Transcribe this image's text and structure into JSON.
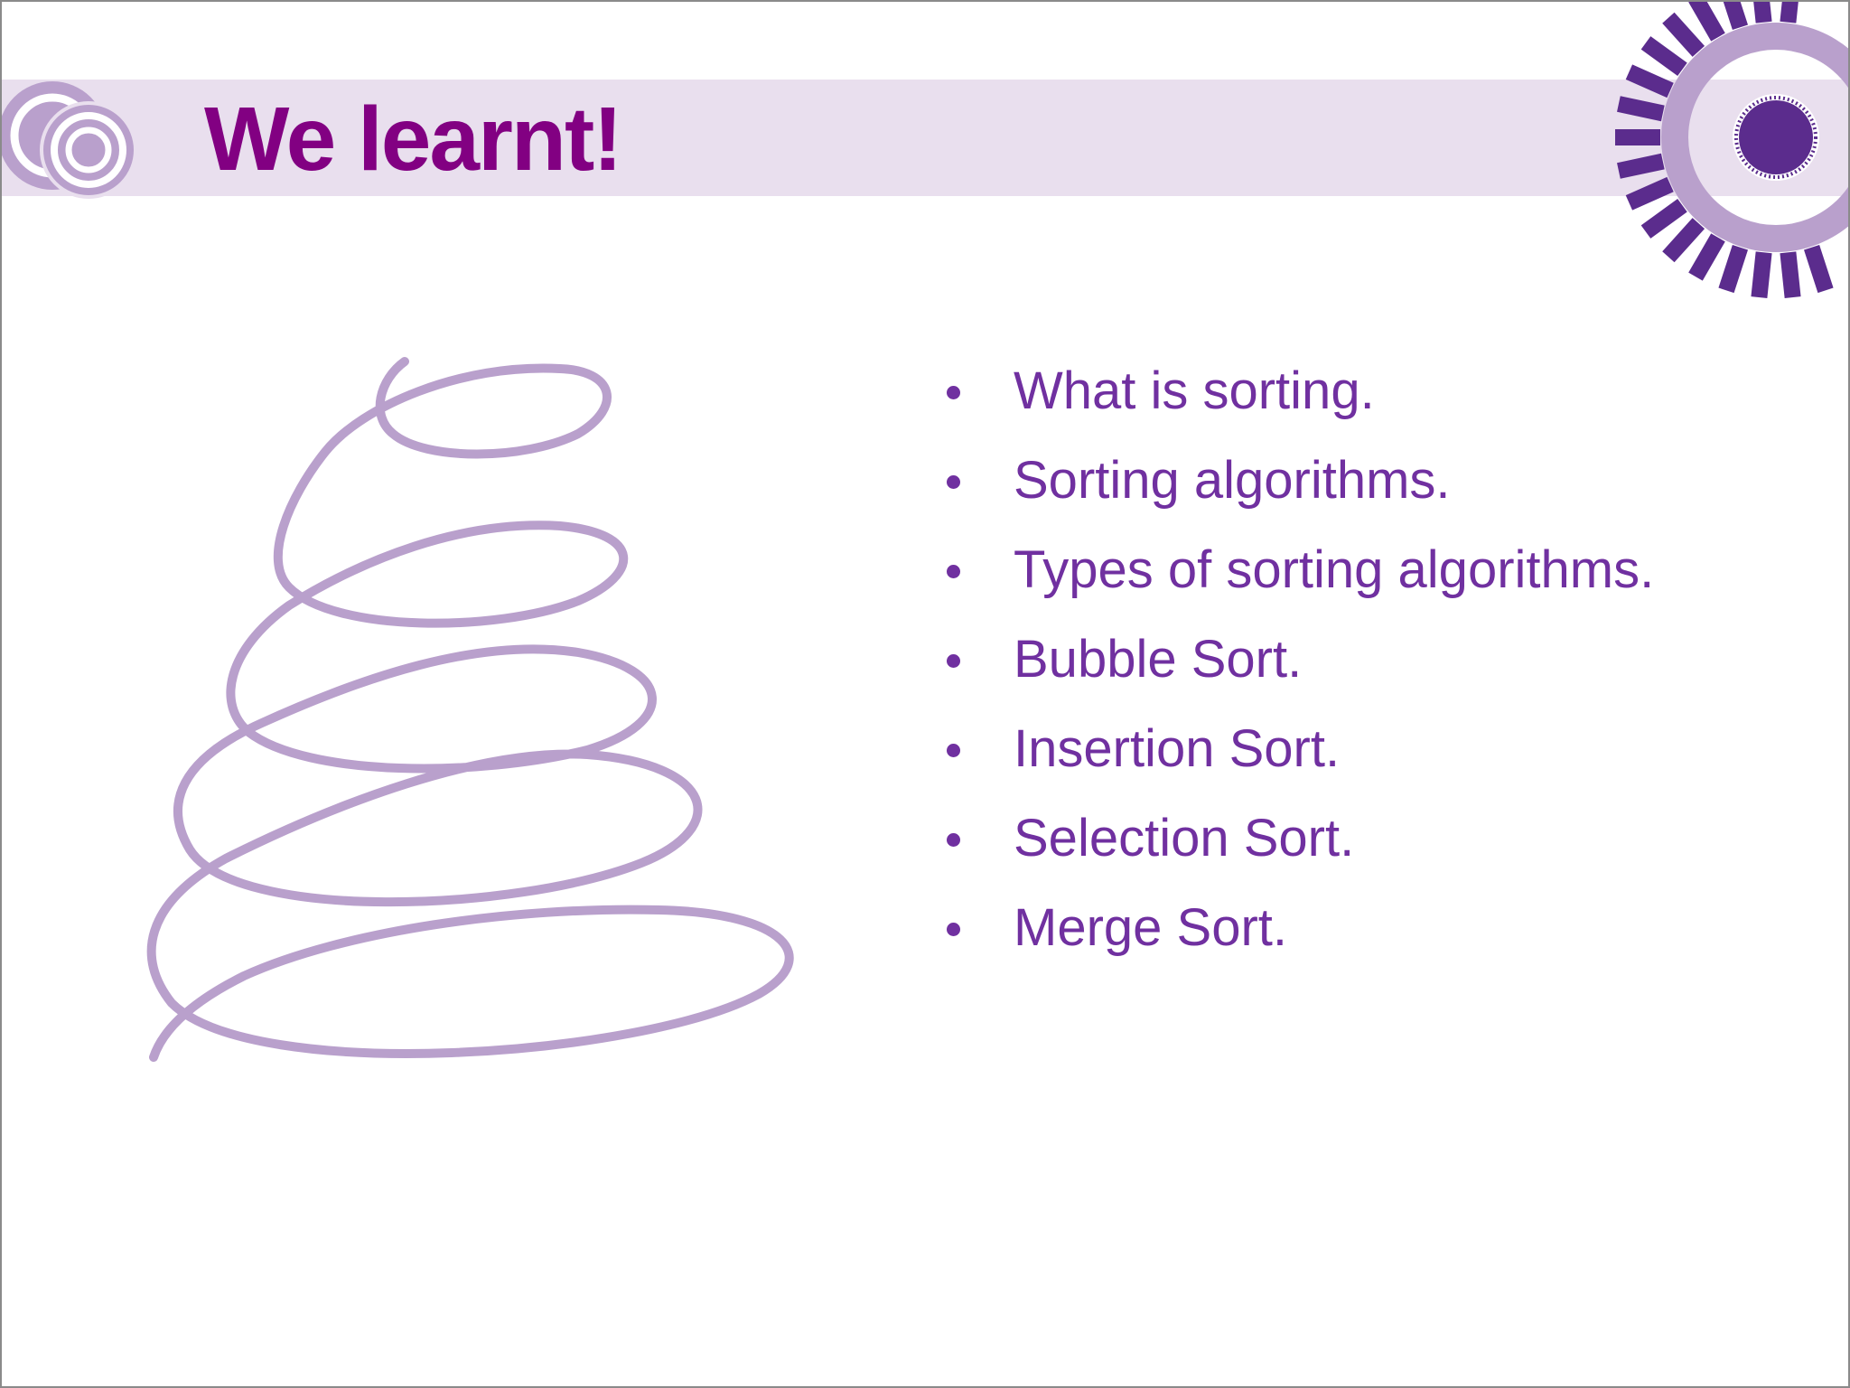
{
  "slide": {
    "title": "We learnt!",
    "bullets": [
      {
        "text": "What is sorting."
      },
      {
        "text": "Sorting algorithms."
      },
      {
        "text": "Types of sorting algorithms."
      },
      {
        "text": "Bubble Sort."
      },
      {
        "text": "Insertion Sort."
      },
      {
        "text": "Selection Sort."
      },
      {
        "text": "Merge Sort."
      }
    ]
  },
  "icons": {
    "logo": "concentric-circles-logo-icon",
    "decoration": "sunburst-target-icon",
    "illustration": "spiral-icon"
  },
  "colors": {
    "title": "#820082",
    "bullet_text": "#7030a0",
    "band": "#e9dfee",
    "accent_light": "#b9a0cc",
    "accent_dark": "#5b2c8d"
  }
}
